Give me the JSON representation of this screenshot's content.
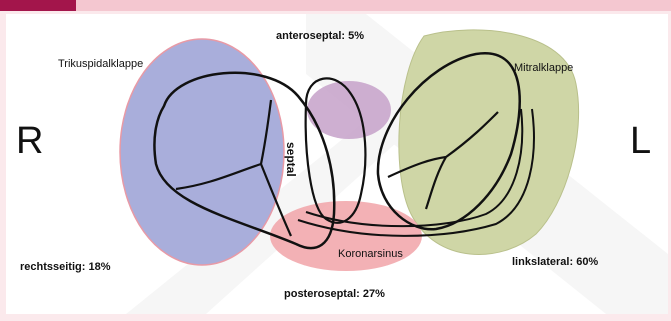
{
  "labels": {
    "anteroseptal": "anteroseptal: 5%",
    "trikuspidal": "Trikuspidalklappe",
    "mitral": "Mitralklappe",
    "septal": "septal",
    "koronarsinus": "Koronarsinus",
    "rechtsseitig": "rechtsseitig: 18%",
    "linkslateral": "linkslateral: 60%",
    "posteroseptal": "posteroseptal: 27%",
    "right": "R",
    "left": "L"
  },
  "colors": {
    "accent": "#a3154b",
    "tricuspid_fill": "#a9aedb",
    "mitral_fill": "#cfd6a6",
    "anteroseptal_fill": "#c9a6cc",
    "coronary_sinus_fill": "#f2a9ad"
  }
}
